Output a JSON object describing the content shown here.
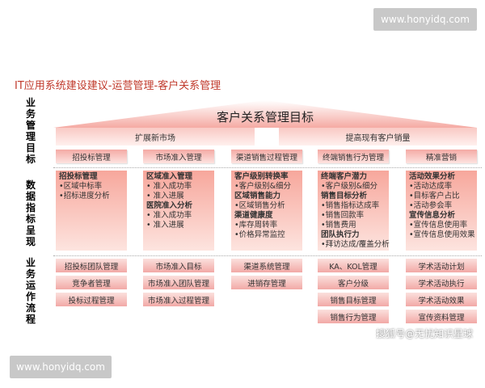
{
  "watermark_top": "www.honyidq.com",
  "watermark_bottom": "www.honyidq.com",
  "title": "IT应用系统建设建议-运营管理-客户关系管理",
  "sections": {
    "goals": "业务管理目标",
    "metrics": "数据指标呈现",
    "process": "业务运作流程"
  },
  "roof": "客户关系管理目标",
  "goal_bands": [
    "扩展新市场",
    "提高现有客户销量"
  ],
  "goal_items": [
    "招投标管理",
    "市场准入管理",
    "渠道销售过程管理",
    "终端销售行为管理",
    "精准营销"
  ],
  "metrics": [
    [
      {
        "h": "招投标管理"
      },
      {
        "t": "•区域中标率"
      },
      {
        "t": "•招标进度分析"
      }
    ],
    [
      {
        "h": "区域准入管理"
      },
      {
        "t": "•    准入成功率"
      },
      {
        "t": "•    准入进展"
      },
      {
        "h": "医院准入分析"
      },
      {
        "t": "•    准入成功率"
      },
      {
        "t": "•    准入进展"
      }
    ],
    [
      {
        "h": "客户级别转换率"
      },
      {
        "t": "•客户级别&细分"
      },
      {
        "h": "区域销售能力"
      },
      {
        "t": "•区域销售分析"
      },
      {
        "h": "渠道健康度"
      },
      {
        "t": "•库存周转率"
      },
      {
        "t": "•价格异常监控"
      }
    ],
    [
      {
        "h": "终端客户潜力"
      },
      {
        "t": "•客户级别&细分"
      },
      {
        "h": "销售目标分析"
      },
      {
        "t": "•销售指标达成率"
      },
      {
        "t": "•销售回款率"
      },
      {
        "t": "•销售费用"
      },
      {
        "h": "团队执行力"
      },
      {
        "t": "•拜访达成/覆盖分析"
      }
    ],
    [
      {
        "h": "活动效果分析"
      },
      {
        "t": "•活动达成率"
      },
      {
        "t": "•目标客户占比"
      },
      {
        "t": "•活动参会率"
      },
      {
        "h": "宣传信息分析"
      },
      {
        "t": "•宣传信息使用率"
      },
      {
        "t": "•宣传信息使用效果"
      }
    ]
  ],
  "process": [
    [
      "招投标团队管理",
      "竞争者管理",
      "投标过程管理"
    ],
    [
      "市场准入目标",
      "市场准入团队管理",
      "市场准入过程管理"
    ],
    [
      "渠道系统管理",
      "进销存管理"
    ],
    [
      "KA、KOL管理",
      "客户分级",
      "销售目标管理",
      "销售行为管理"
    ],
    [
      "学术活动计划",
      "学术活动执行",
      "学术活动效果",
      "宣传资料管理"
    ]
  ],
  "sohu_watermark": "搜狐号@无忧知识星球"
}
